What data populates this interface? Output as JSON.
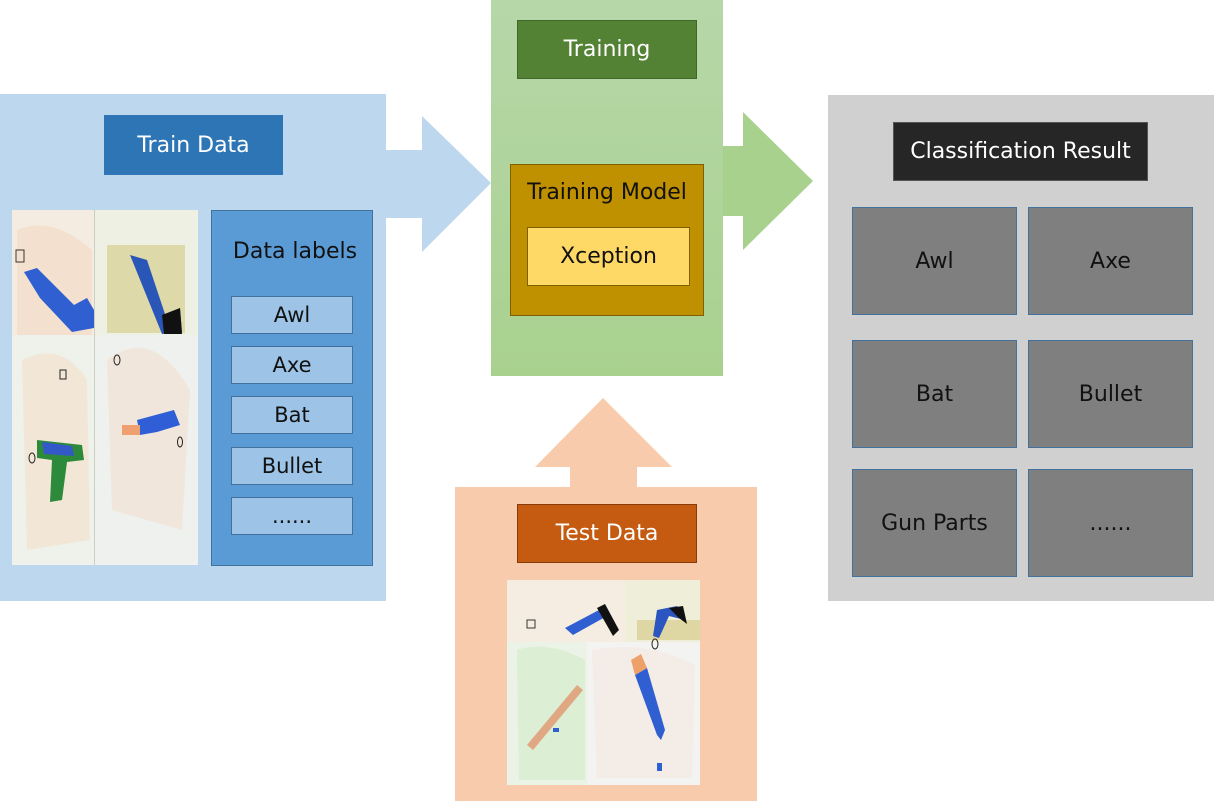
{
  "train": {
    "title": "Train Data",
    "labels_title": "Data labels",
    "labels": [
      "Awl",
      "Axe",
      "Bat",
      "Bullet",
      "......"
    ]
  },
  "training": {
    "title": "Training",
    "model_title": "Training Model",
    "model_name": "Xception"
  },
  "test": {
    "title": "Test Data"
  },
  "result": {
    "title": "Classification Result",
    "classes": [
      "Awl",
      "Axe",
      "Bat",
      "Bullet",
      "Gun Parts",
      "......"
    ]
  },
  "colors": {
    "train_panel": "#bdd7ee",
    "train_title": "#2e75b6",
    "training_panel": "#a9d18e",
    "training_title": "#548235",
    "model_box": "#bf9000",
    "xception_box": "#ffd966",
    "test_panel": "#f8cbad",
    "test_title": "#c55a11",
    "result_panel": "#d0d0d0",
    "result_title": "#262626",
    "result_cell": "#7f7f7f"
  }
}
